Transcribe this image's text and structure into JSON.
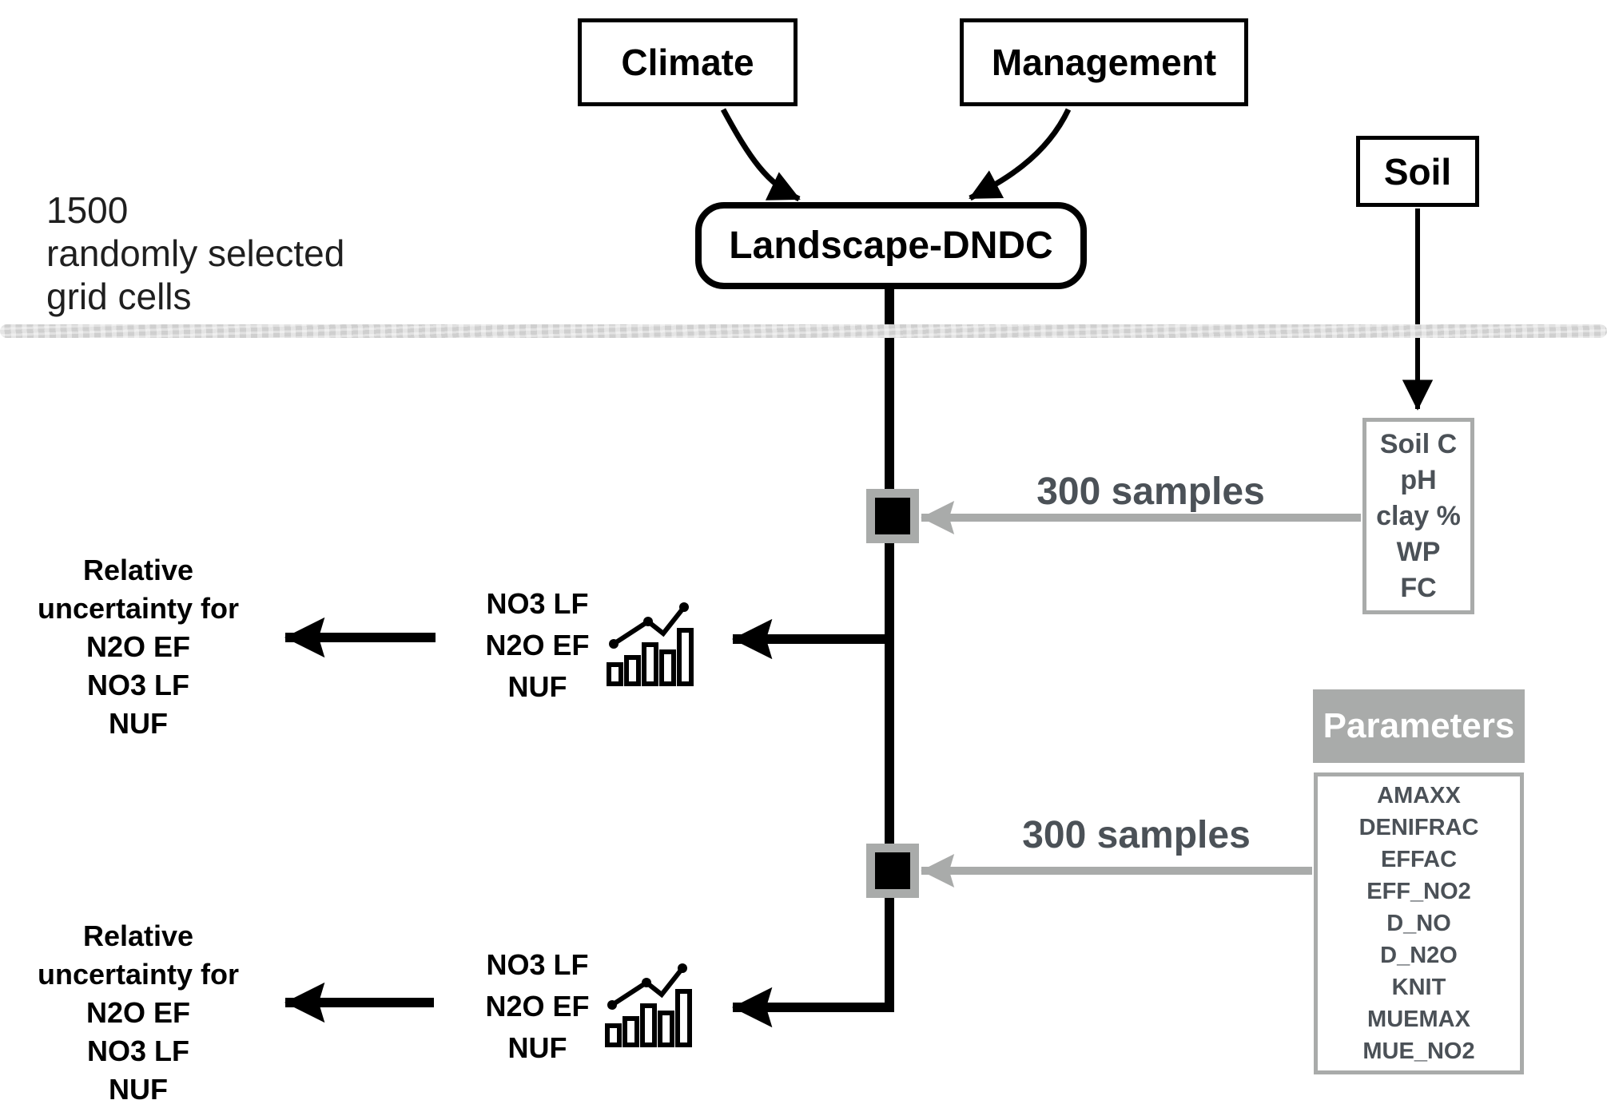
{
  "figure": {
    "description": "Landscape-DNDC uncertainty analysis flow diagram"
  },
  "colors": {
    "accent_gray": "#a9abaa",
    "dark_slate_text": "#4b5157",
    "band_gray": "#d6d6d6",
    "black": "#000000",
    "white": "#ffffff"
  },
  "annotation": {
    "lines": [
      "1500",
      "randomly selected",
      "grid cells"
    ]
  },
  "nodes": {
    "climate": "Climate",
    "management": "Management",
    "soil": "Soil",
    "model": "Landscape-DNDC"
  },
  "samples": {
    "top": "300 samples",
    "bottom": "300 samples"
  },
  "soil_inputs": {
    "items": [
      "Soil C",
      "pH",
      "clay %",
      "WP",
      "FC"
    ]
  },
  "parameters": {
    "title": "Parameters",
    "items": [
      "AMAXX",
      "DENIFRAC",
      "EFFAC",
      "EFF_NO2",
      "D_NO",
      "D_N2O",
      "KNIT",
      "MUEMAX",
      "MUE_NO2"
    ]
  },
  "uncertainty": {
    "lines": [
      "Relative",
      "uncertainty for",
      "N2O EF",
      "NO3 LF",
      "NUF"
    ]
  },
  "output_labels": {
    "lines": [
      "NO3 LF",
      "N2O EF",
      "NUF"
    ]
  }
}
